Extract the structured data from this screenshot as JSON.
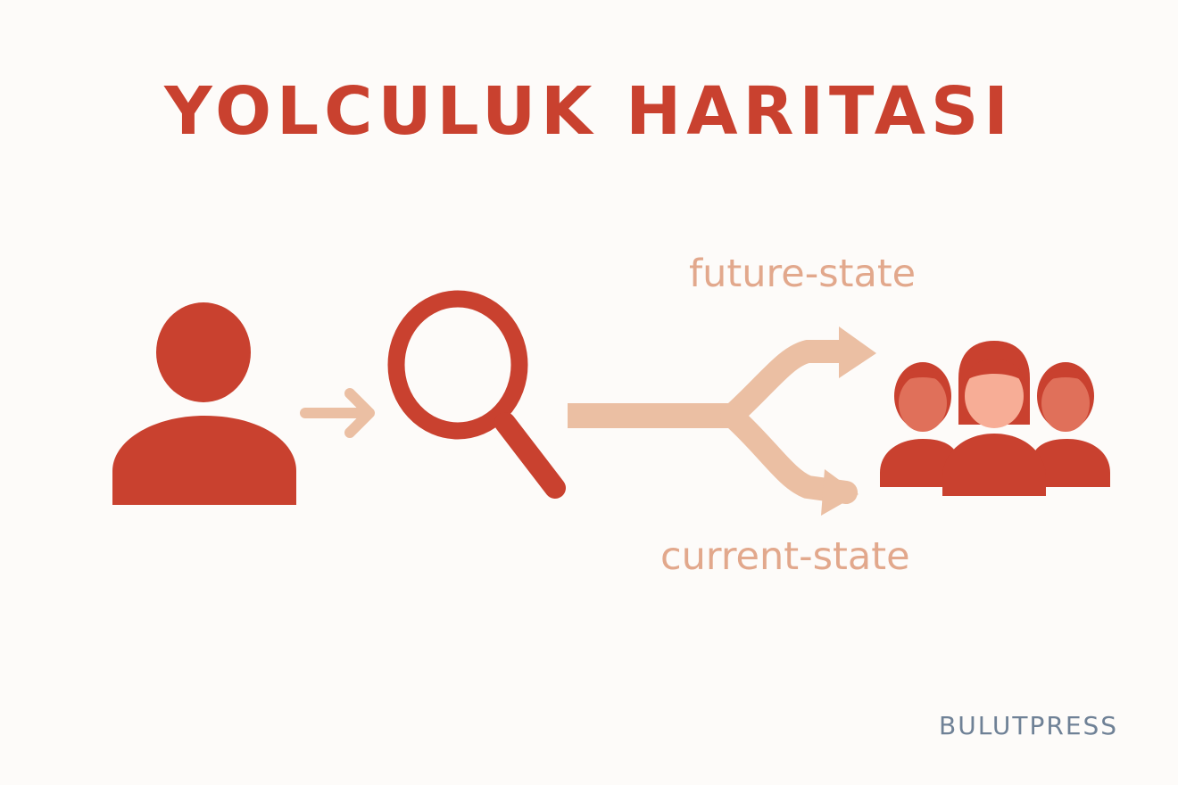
{
  "title": "YOLCULUK HARITASI",
  "branches": {
    "upper_label": "future-state",
    "lower_label": "current-state"
  },
  "footer": {
    "brand": "BULUTPRESS"
  },
  "icons": {
    "start": "user-icon",
    "search": "magnifier-icon",
    "end": "group-icon"
  },
  "colors": {
    "primary": "#c9412f",
    "accent": "#ebbfa3",
    "label": "#e2a88c",
    "skin": "#f7ad96",
    "skin_dark": "#e0705a",
    "brand": "#6f8196",
    "background": "#fdfbf9"
  }
}
